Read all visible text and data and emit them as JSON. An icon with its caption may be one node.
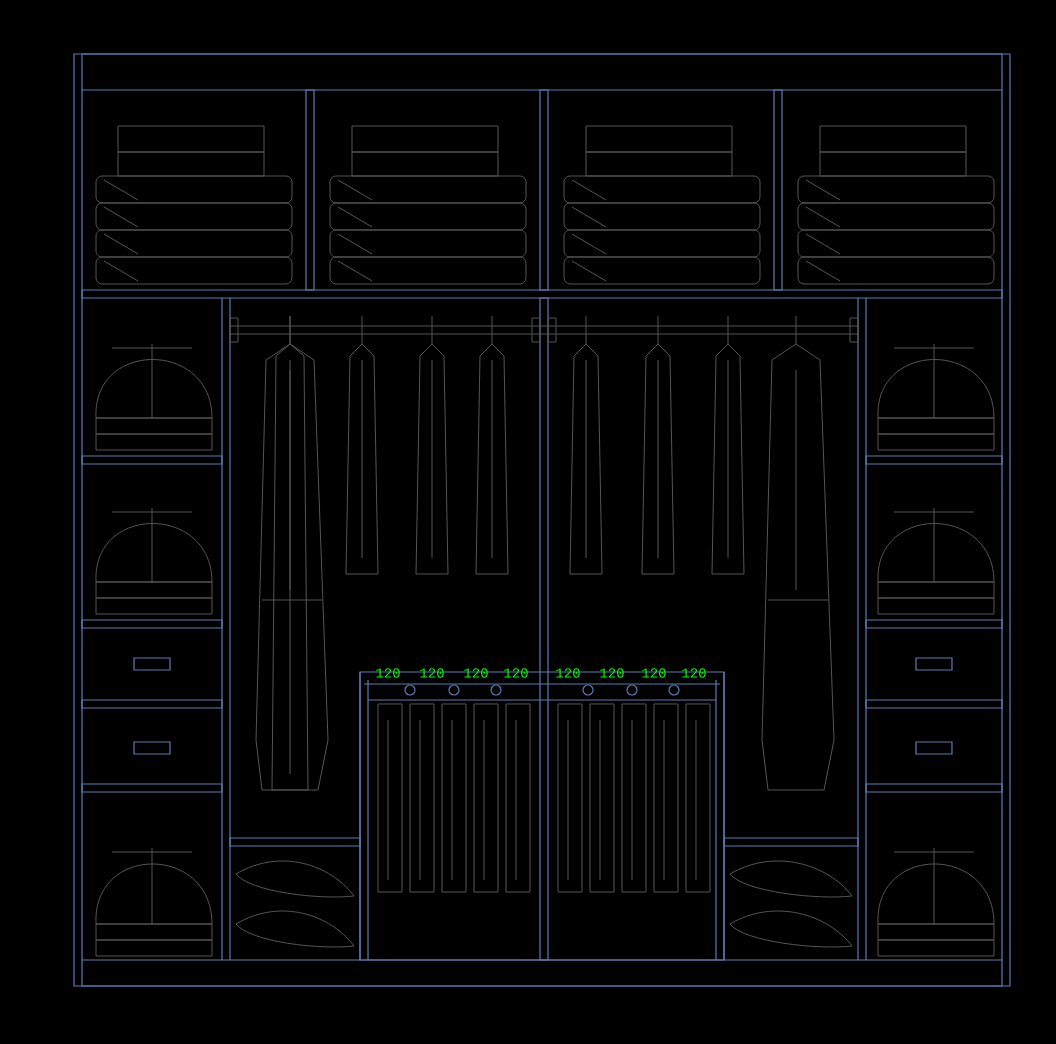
{
  "diagram": {
    "labels": [
      "120",
      "120",
      "120",
      "120",
      "120",
      "120",
      "120",
      "120"
    ]
  }
}
